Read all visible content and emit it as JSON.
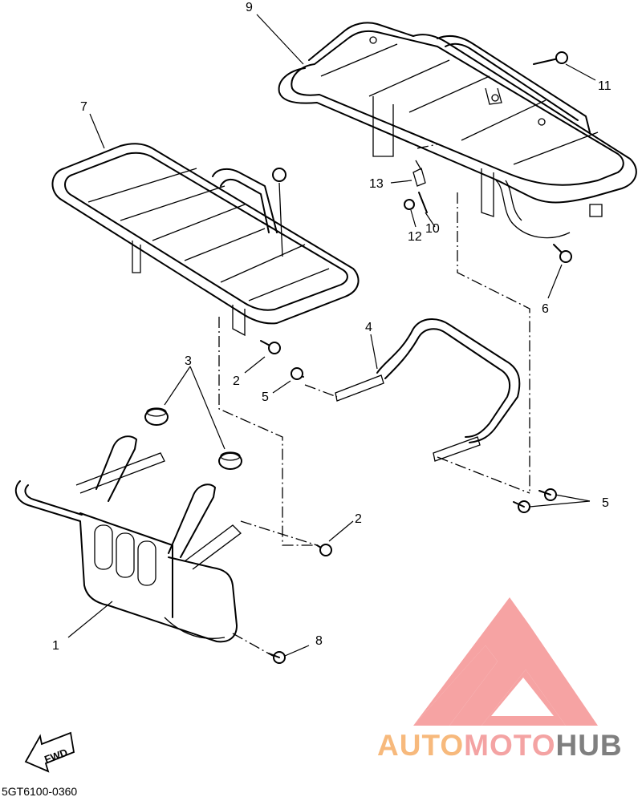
{
  "callouts": {
    "c1": "1",
    "c2a": "2",
    "c2b": "2",
    "c3": "3",
    "c4": "4",
    "c5a": "5",
    "c5b": "5",
    "c6": "6",
    "c7": "7",
    "c8": "8",
    "c9": "9",
    "c10": "10",
    "c11": "11",
    "c12": "12",
    "c13": "13"
  },
  "fwd_label": "FWD",
  "diagram_code": "5GT6100-0360",
  "watermark": {
    "part1": "AUTO",
    "part2": "MOTO",
    "part3": "HUB",
    "color1": "#f7b97c",
    "color2": "#f4a3a3",
    "color3": "#7f7f7f"
  }
}
